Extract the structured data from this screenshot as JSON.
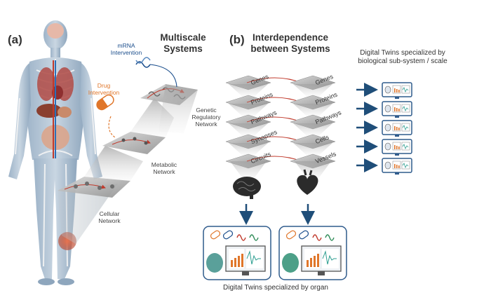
{
  "panel_a": {
    "label": "(a)",
    "title_line1": "Multiscale",
    "title_line2": "Systems",
    "mrna_line1": "mRNA",
    "mrna_line2": "Intervention",
    "drug_line1": "Drug",
    "drug_line2": "Intervention",
    "grn_line1": "Genetic",
    "grn_line2": "Regulatory",
    "grn_line3": "Network",
    "metabolic_line1": "Metabolic",
    "metabolic_line2": "Network",
    "cellular_line1": "Cellular",
    "cellular_line2": "Network"
  },
  "panel_b": {
    "label": "(b)",
    "title_line1": "Interdependence",
    "title_line2": "between Systems",
    "stack_left": [
      "Genes",
      "Proteins",
      "Pathways",
      "Synapses",
      "Circuits"
    ],
    "stack_right": [
      "Genes",
      "Proteins",
      "Pathways",
      "Cells",
      "Vessels"
    ],
    "subsystem_caption_line1": "Digital Twins specialized by",
    "subsystem_caption_line2": "biological sub-system / scale",
    "organ_caption": "Digital Twins specialized by organ"
  },
  "colors": {
    "arrow_blue": "#1f4e79",
    "intervention_orange": "#e0762a",
    "intervention_blue": "#1b4e8c",
    "network_red": "#c0392b"
  }
}
